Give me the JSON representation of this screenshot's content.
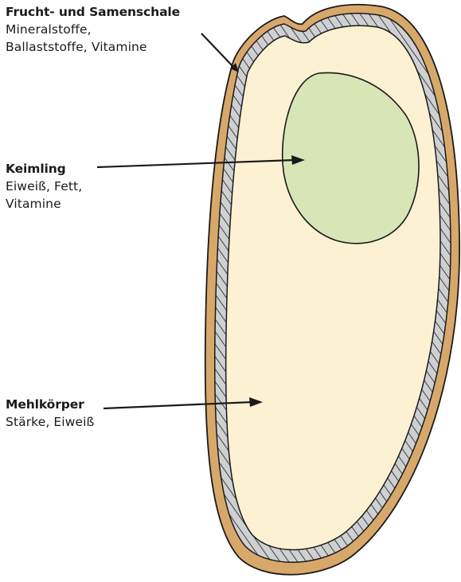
{
  "labels": {
    "shell": {
      "title": "Frucht- und Samenschale",
      "lines": [
        "Mineralstoffe,",
        "Ballaststoffe, Vitamine"
      ]
    },
    "germ": {
      "title": "Keimling",
      "lines": [
        "Eiweiß, Fett,",
        "Vitamine"
      ]
    },
    "endosperm": {
      "title": "Mehlkörper",
      "lines": [
        "Stärke, Eiweiß"
      ]
    }
  },
  "colors": {
    "husk": "#d8a86a",
    "aleurone_layer": "#cfd0d2",
    "endosperm": "#fdf1d3",
    "germ": "#d8e5b6",
    "outline": "#1a1a1a",
    "text": "#1a1a1a"
  }
}
